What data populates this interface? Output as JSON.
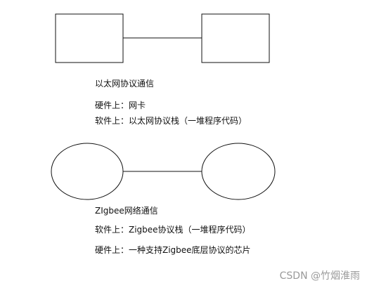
{
  "ethernet": {
    "title": "以太网协议通信",
    "hardware": "硬件上：网卡",
    "software": "软件上：以太网协议栈（一堆程序代码）"
  },
  "zigbee": {
    "title": "ZIgbee网络通信",
    "software": "软件上：Zigbee协议栈（一堆程序代码）",
    "hardware": "硬件上：一种支持Zigbee底层协议的芯片"
  },
  "watermark": "CSDN @竹烟淮雨",
  "colors": {
    "stroke": "#111111",
    "text": "#111111",
    "watermark": "#9a9a9a"
  }
}
